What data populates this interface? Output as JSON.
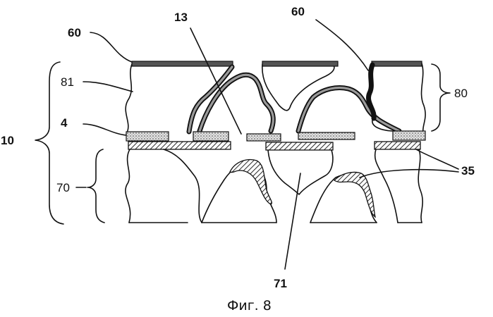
{
  "figure": {
    "caption": "Фиг. 8",
    "labels": {
      "l60_left": "60",
      "l60_right": "60",
      "l13": "13",
      "l81": "81",
      "l4": "4",
      "l10": "10",
      "l70": "70",
      "l80": "80",
      "l35": "35",
      "l71": "71"
    }
  }
}
